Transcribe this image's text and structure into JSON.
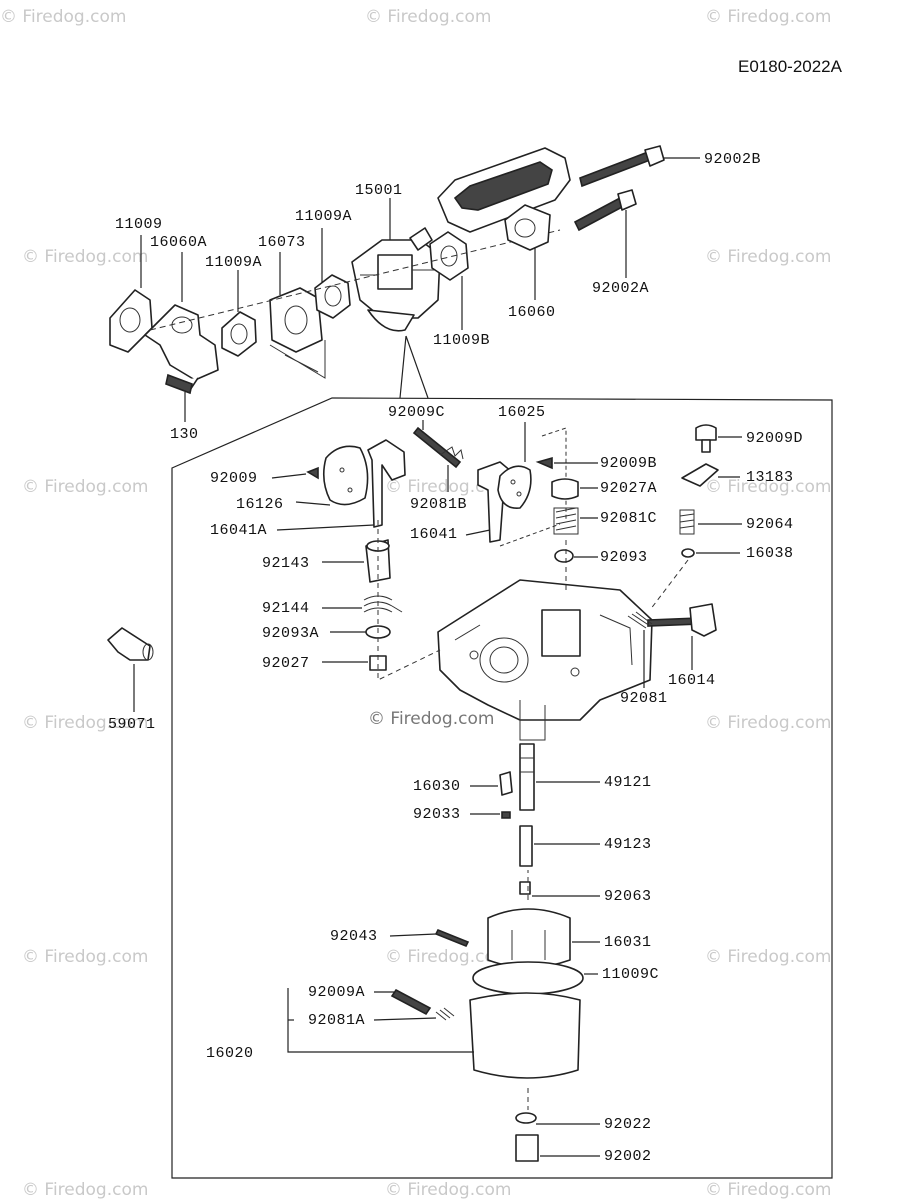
{
  "diagram_code": "E0180-2022A",
  "watermark": "© Firedog.com",
  "watermark_center": "© Firedog.com",
  "parts": {
    "p11009": "11009",
    "p16060A": "16060A",
    "p11009A_1": "11009A",
    "p16073": "16073",
    "p11009A_2": "11009A",
    "p15001": "15001",
    "p92002B": "92002B",
    "p92002A": "92002A",
    "p16060": "16060",
    "p11009B": "11009B",
    "p130": "130",
    "p92009C": "92009C",
    "p16025": "16025",
    "p92009D": "92009D",
    "p92009": "92009",
    "p16126": "16126",
    "p16041A": "16041A",
    "p92081B": "92081B",
    "p16041": "16041",
    "p92009B": "92009B",
    "p92027A": "92027A",
    "p92081C": "92081C",
    "p92093": "92093",
    "p13183": "13183",
    "p92064": "92064",
    "p16038": "16038",
    "p92143": "92143",
    "p92144": "92144",
    "p92093A": "92093A",
    "p92027": "92027",
    "p16014": "16014",
    "p92081": "92081",
    "p59071": "59071",
    "p16030": "16030",
    "p49121": "49121",
    "p92033": "92033",
    "p49123": "49123",
    "p92063": "92063",
    "p92043": "92043",
    "p16031": "16031",
    "p11009C": "11009C",
    "p92009A": "92009A",
    "p92081A": "92081A",
    "p16020": "16020",
    "p92022": "92022",
    "p92002": "92002"
  }
}
